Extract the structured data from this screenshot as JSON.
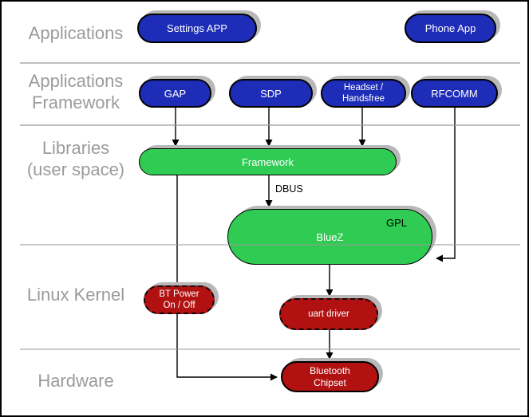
{
  "colors": {
    "blue": "#1e2db8",
    "green": "#2fcb52",
    "red": "#b11111",
    "layer_label": "#9b9b9b",
    "divider": "#999999",
    "shadow": "#b8b8b8"
  },
  "layers": {
    "applications": "Applications",
    "app_framework": "Applications\nFramework",
    "libraries": "Libraries\n(user space)",
    "kernel": "Linux Kernel",
    "hardware": "Hardware"
  },
  "nodes": {
    "settings_app": "Settings APP",
    "phone_app": "Phone App",
    "gap": "GAP",
    "sdp": "SDP",
    "headset": "Headset /\nHandsfree",
    "rfcomm": "RFCOMM",
    "framework": "Framework",
    "bluez": "BlueZ",
    "bt_power": "BT Power\nOn / Off",
    "uart_driver": "uart driver",
    "chipset": "Bluetooth\nChipset"
  },
  "labels": {
    "dbus": "DBUS",
    "gpl": "GPL"
  }
}
